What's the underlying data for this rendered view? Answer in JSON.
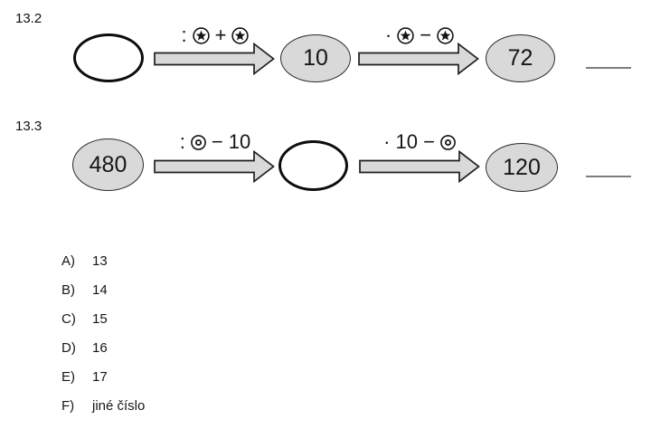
{
  "problems": [
    {
      "number": "13.2",
      "nodes": {
        "start": "",
        "middle": "10",
        "end": "72"
      },
      "arrow1": {
        "prefix": ":",
        "operator": "+",
        "symbol": "circled-star"
      },
      "arrow2": {
        "prefix": "·",
        "operator": "−",
        "symbol": "circled-star"
      }
    },
    {
      "number": "13.3",
      "nodes": {
        "start": "480",
        "middle": "",
        "end": "120"
      },
      "arrow1": {
        "prefix": ":",
        "suffix": "− 10",
        "symbol": "circled-dot"
      },
      "arrow2": {
        "prefix": "· 10 −",
        "symbol": "circled-dot"
      }
    }
  ],
  "options": [
    {
      "letter": "A)",
      "text": "13"
    },
    {
      "letter": "B)",
      "text": "14"
    },
    {
      "letter": "C)",
      "text": "15"
    },
    {
      "letter": "D)",
      "text": "16"
    },
    {
      "letter": "E)",
      "text": "17"
    },
    {
      "letter": "F)",
      "text": "jiné číslo"
    }
  ],
  "colors": {
    "node_fill": "#d9d9d9",
    "arrow_fill": "#d9d9d9",
    "outline": "#1a1a1a",
    "blank_line": "#7d7d7d"
  }
}
